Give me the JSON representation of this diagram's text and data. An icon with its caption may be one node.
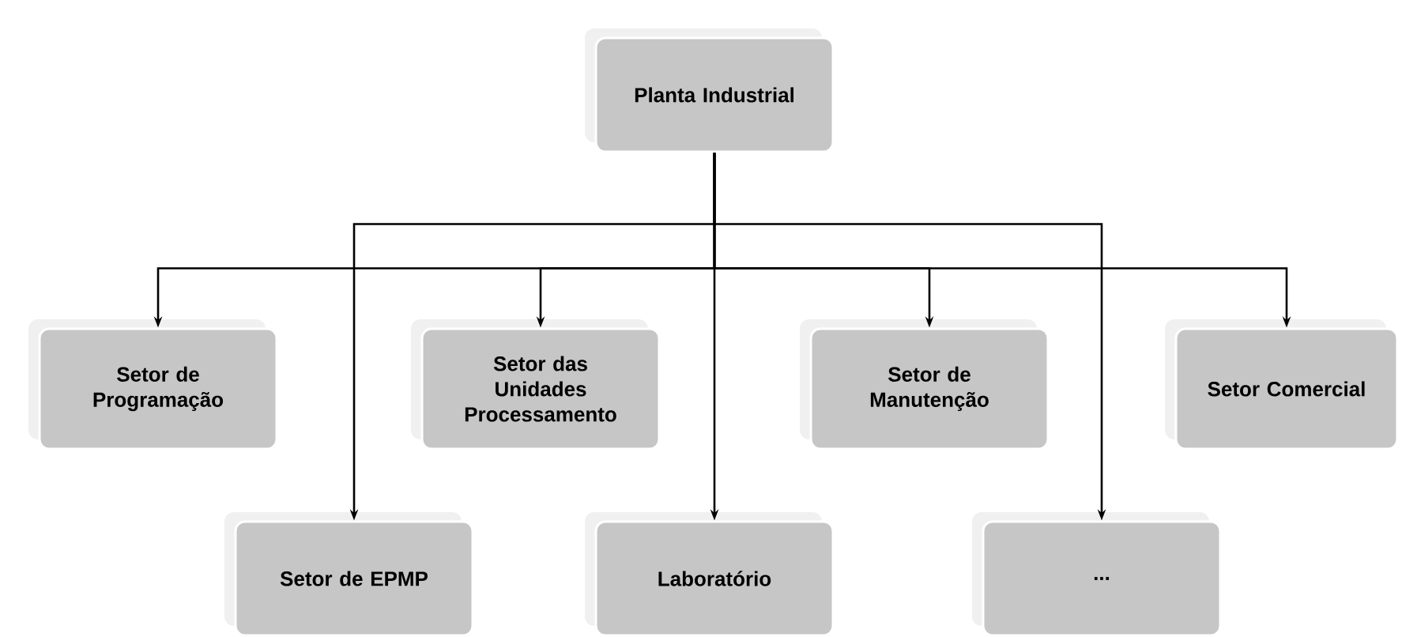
{
  "diagram": {
    "nodes": [
      {
        "text": [
          "Planta Industrial"
        ]
      },
      {
        "text": [
          "Setor de Programação"
        ]
      },
      {
        "text": [
          "Setor das Unidades Processamento"
        ]
      },
      {
        "text": [
          "Setor de Manutenção"
        ]
      },
      {
        "text": [
          "Setor Comercial"
        ]
      },
      {
        "text": [
          "Setor de EPMP"
        ]
      },
      {
        "text": [
          "Laboratório"
        ]
      },
      {
        "text": [
          "..."
        ]
      }
    ],
    "edges": [
      {
        "from": 0,
        "to": 1,
        "arrow": "to"
      },
      {
        "from": 0,
        "to": 2,
        "arrow": "to"
      },
      {
        "from": 0,
        "to": 3,
        "arrow": "to"
      },
      {
        "from": 0,
        "to": 4,
        "arrow": "to"
      },
      {
        "from": 0,
        "to": 5,
        "arrow": "to"
      },
      {
        "from": 0,
        "to": 6,
        "arrow": "to"
      },
      {
        "from": 0,
        "to": 7,
        "arrow": "to"
      }
    ]
  }
}
